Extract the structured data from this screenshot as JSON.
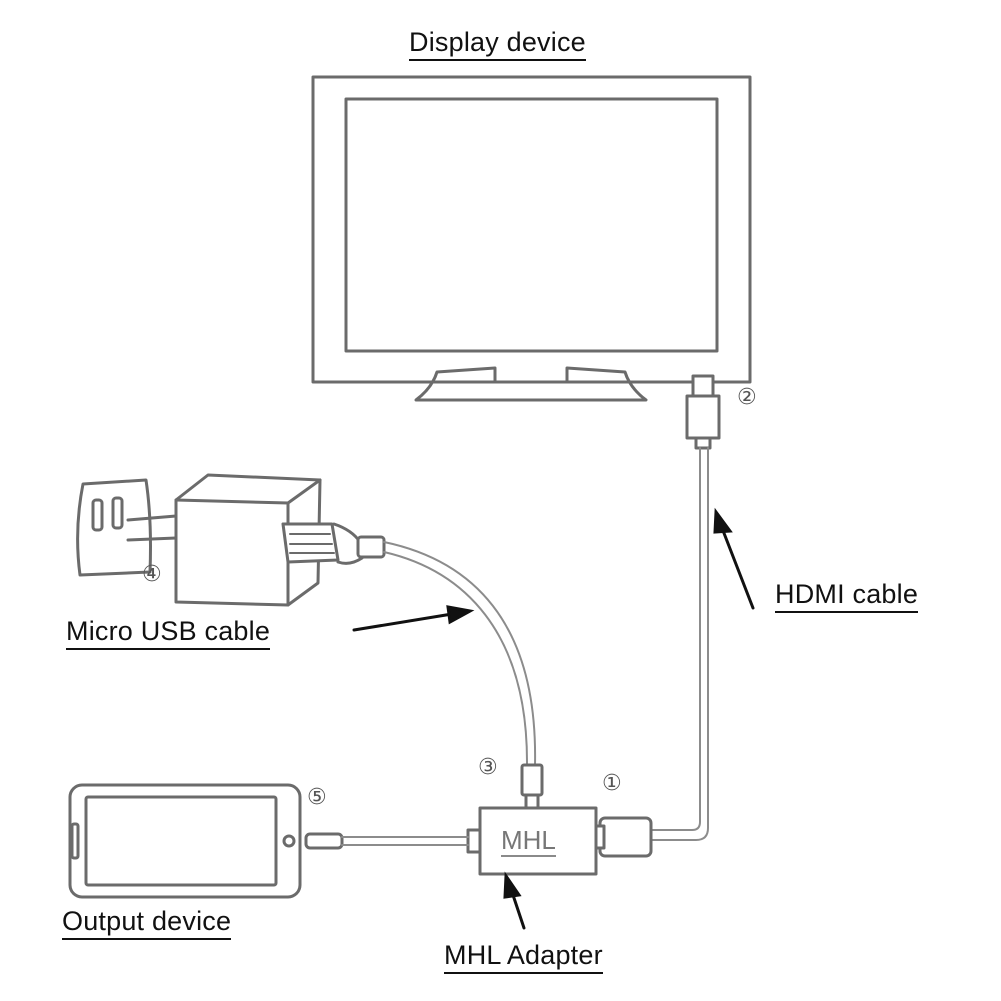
{
  "labels": {
    "display_device": "Display device",
    "hdmi_cable": "HDMI cable",
    "micro_usb_cable": "Micro USB cable",
    "output_device": "Output device",
    "mhl_adapter": "MHL Adapter",
    "mhl_box": "MHL"
  },
  "markers": {
    "m1": "①",
    "m2": "②",
    "m3": "③",
    "m4": "④",
    "m5": "⑤"
  },
  "colors": {
    "stroke": "#6b6b6b",
    "cable": "#8c8c8c",
    "text": "#111111"
  }
}
